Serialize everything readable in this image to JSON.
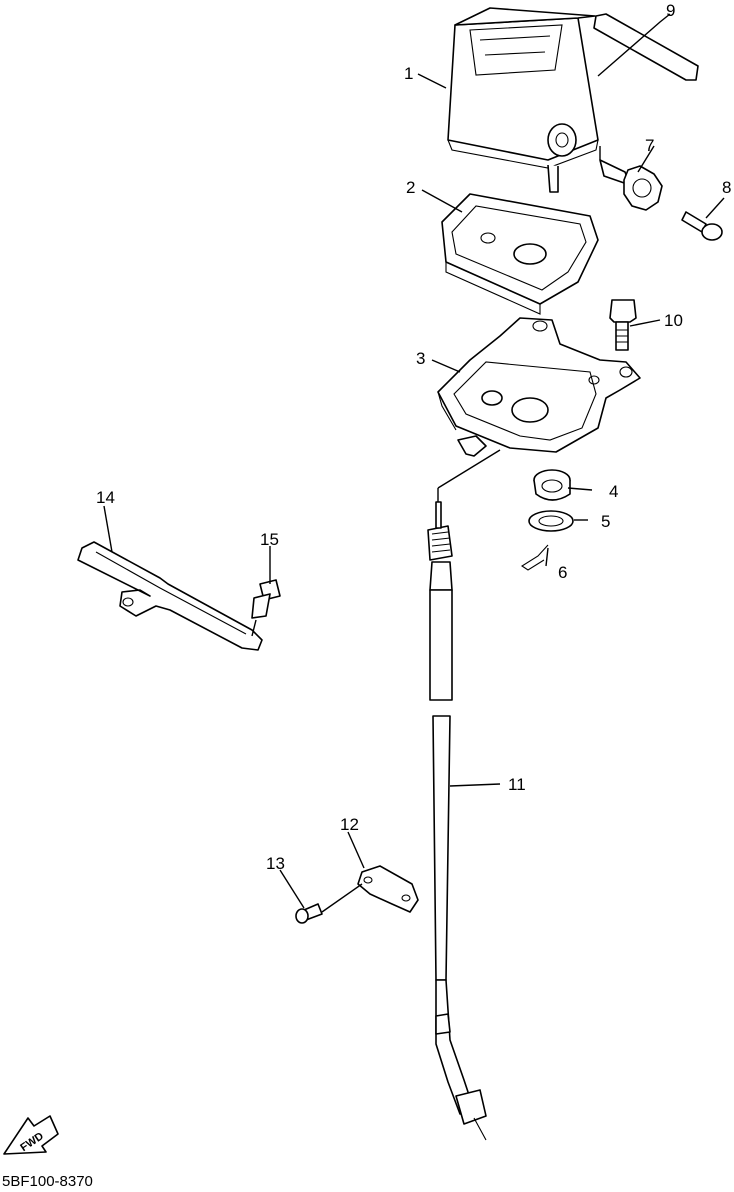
{
  "diagram": {
    "callouts": [
      {
        "id": "1",
        "label": "1"
      },
      {
        "id": "2",
        "label": "2"
      },
      {
        "id": "3",
        "label": "3"
      },
      {
        "id": "4",
        "label": "4"
      },
      {
        "id": "5",
        "label": "5"
      },
      {
        "id": "6",
        "label": "6"
      },
      {
        "id": "7",
        "label": "7"
      },
      {
        "id": "8",
        "label": "8"
      },
      {
        "id": "9",
        "label": "9"
      },
      {
        "id": "10",
        "label": "10"
      },
      {
        "id": "11",
        "label": "11"
      },
      {
        "id": "12",
        "label": "12"
      },
      {
        "id": "13",
        "label": "13"
      },
      {
        "id": "14",
        "label": "14"
      },
      {
        "id": "15",
        "label": "15"
      }
    ],
    "direction_badge": "FWD",
    "drawing_code": "5BF100-8370"
  }
}
